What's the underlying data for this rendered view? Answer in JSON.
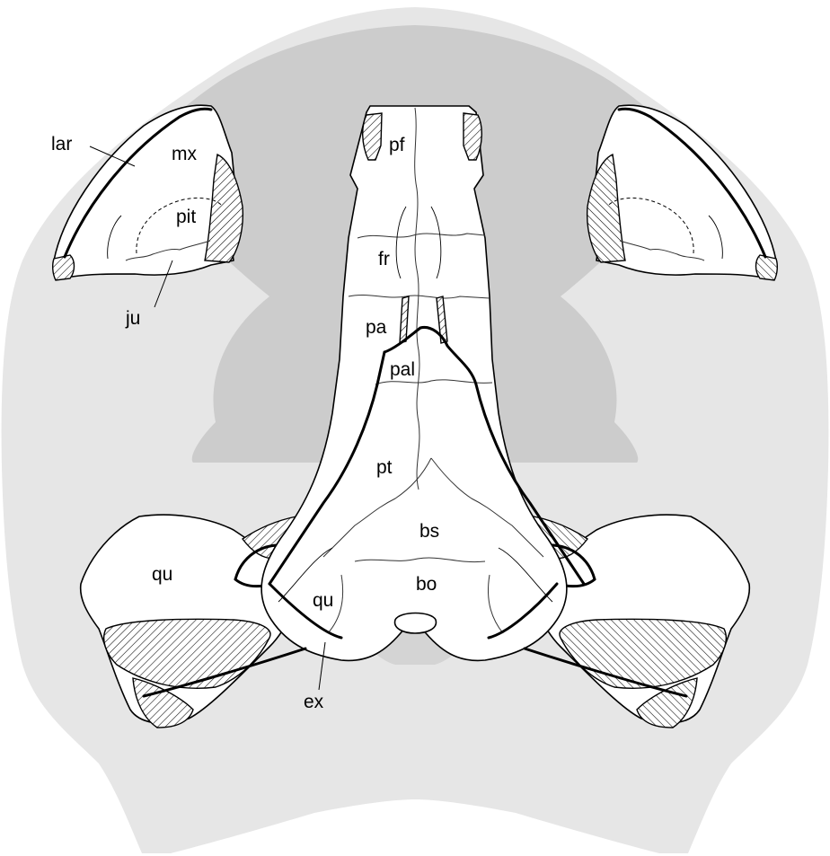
{
  "colors": {
    "silhouette_light": "#e6e6e6",
    "silhouette_dark": "#cccccc",
    "bone_fill": "#ffffff",
    "outline": "#000000"
  },
  "labels": {
    "lar": "lar",
    "mx": "mx",
    "pit": "pit",
    "ju": "ju",
    "pf": "pf",
    "fr": "fr",
    "pa": "pa",
    "pal": "pal",
    "pt": "pt",
    "bs": "bs",
    "bo": "bo",
    "qu_left": "qu",
    "qu_center": "qu",
    "ex": "ex"
  }
}
